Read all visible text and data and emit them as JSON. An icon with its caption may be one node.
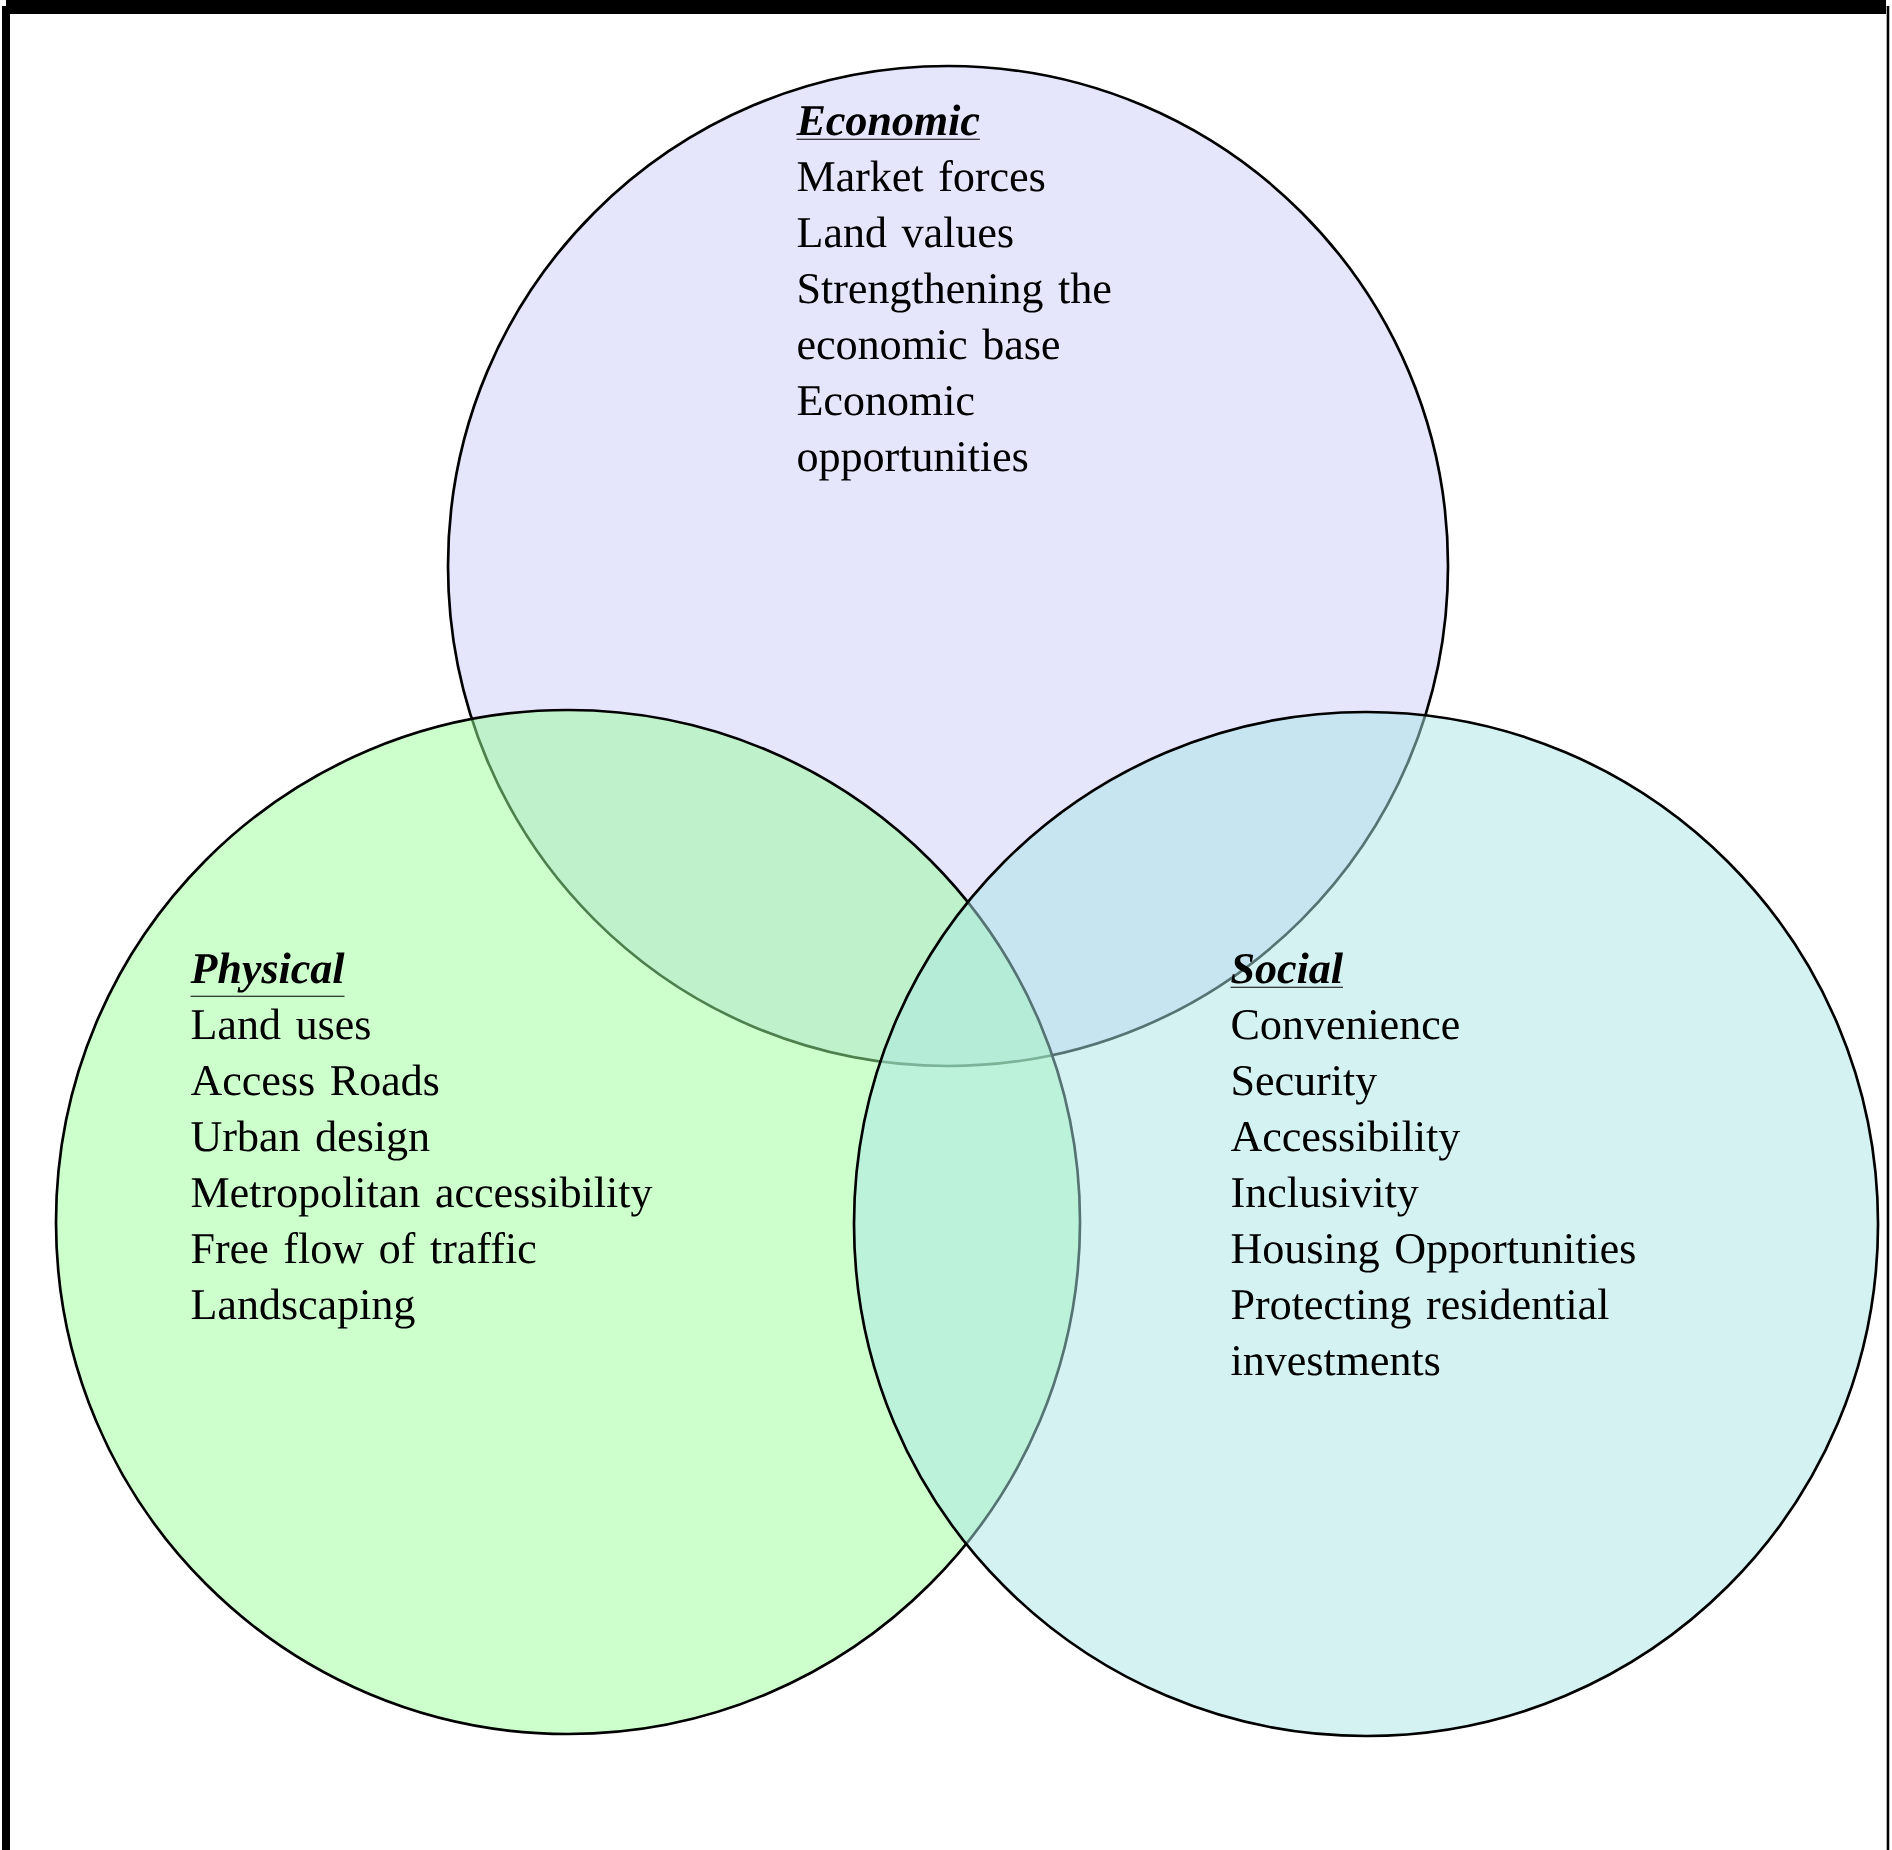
{
  "diagram": {
    "nodes": [
      {
        "text": [
          "Economic",
          "Market forces",
          "Land values",
          "Strengthening the economic base",
          "Economic opportunities"
        ]
      },
      {
        "text": [
          "Physical",
          "Land uses",
          "Access Roads",
          "Urban design",
          "Metropolitan accessibility",
          "Free flow of traffic",
          "Landscaping"
        ]
      },
      {
        "text": [
          "Social",
          "Convenience",
          "Security",
          "Accessibility",
          "Inclusivity",
          "Housing Opportunities",
          "Protecting residential investments"
        ]
      }
    ]
  }
}
